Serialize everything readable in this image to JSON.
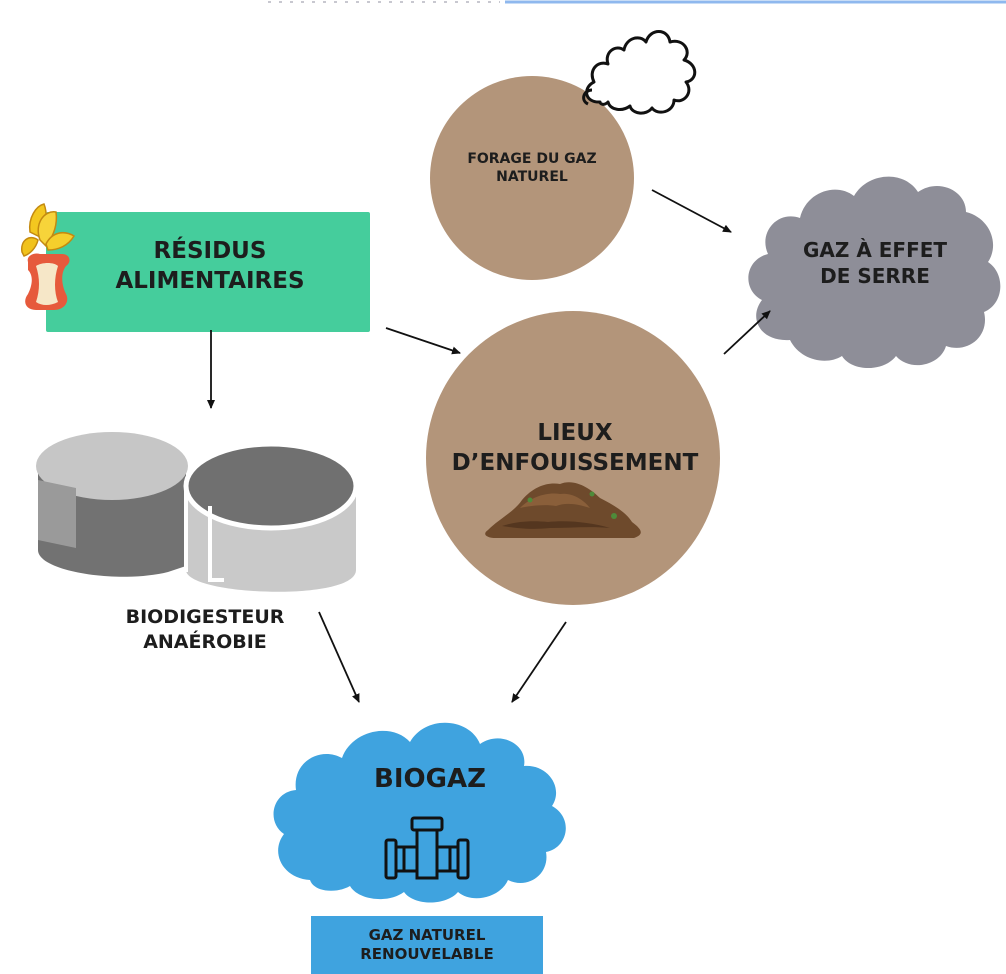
{
  "nodes": {
    "forage": {
      "line1": "FORAGE DU GAZ",
      "line2": "NATUREL",
      "color": "#b3957a"
    },
    "serre": {
      "line1": "GAZ À EFFET",
      "line2": "DE SERRE",
      "color": "#8e8e98"
    },
    "residus": {
      "line1": "RÉSIDUS",
      "line2": "ALIMENTAIRES",
      "color": "#45cd9c"
    },
    "lieux": {
      "line1": "LIEUX",
      "line2": "D’ENFOUISSEMENT",
      "color": "#b3957a"
    },
    "biodigesteur": {
      "line1": "BIODIGESTEUR",
      "line2": "ANAÉROBIE"
    },
    "biogaz": {
      "label": "BIOGAZ",
      "color": "#3fa3df"
    },
    "gaz_naturel": {
      "line1": "GAZ NATUREL",
      "line2": "RENOUVELABLE",
      "color": "#3fa3df"
    }
  },
  "icons": [
    "smoke-icon",
    "food-waste-icon",
    "dirt-pile-icon",
    "biodigester-tanks-icon",
    "pipe-icon"
  ]
}
